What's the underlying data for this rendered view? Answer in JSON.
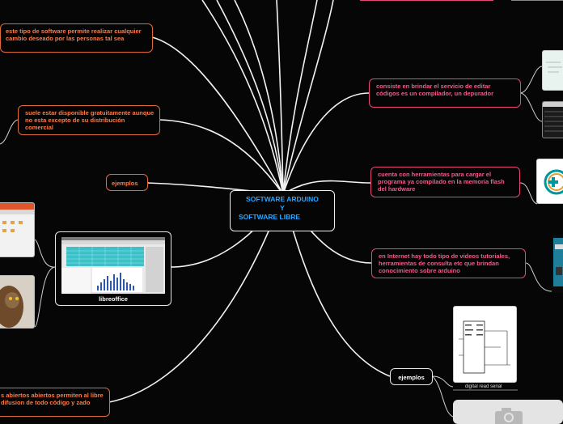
{
  "center": {
    "line1": "SOFTWARE ARDUINO",
    "line2": "Y",
    "line3": "SOFTWARE LIBRE"
  },
  "left_nodes": {
    "changes": "este tipo de software permite realizar cualquier cambio deseado por las personas tal sea",
    "free": "suele estar disponible gratuitamente aunque no esta excepto de su distribución comercial",
    "examples": "ejemplos",
    "open": "s abiertos abiertos permiten al libre difusion de todo código y zado"
  },
  "libreoffice": {
    "label": "libreoffice"
  },
  "right_nodes": {
    "editor": "consiste en brindar el servicio de editar códigos es un compilador, un depurador",
    "tools": "cuenta con herramientas para cargar el programa ya compilado en la memoria flash del hardware",
    "internet": "en Internet hay todo tipo de videos tutoriales, herramientas de consulta etc que brindan conocimiento sobre arduino",
    "examples": "ejemplos"
  },
  "schematic": {
    "caption": "digital read serial"
  },
  "colors": {
    "background": "#060606",
    "link": "#f2f2f2",
    "center_text": "#2aa6ff",
    "left_text": "#ff7a45",
    "right_text": "#f25a8c"
  }
}
